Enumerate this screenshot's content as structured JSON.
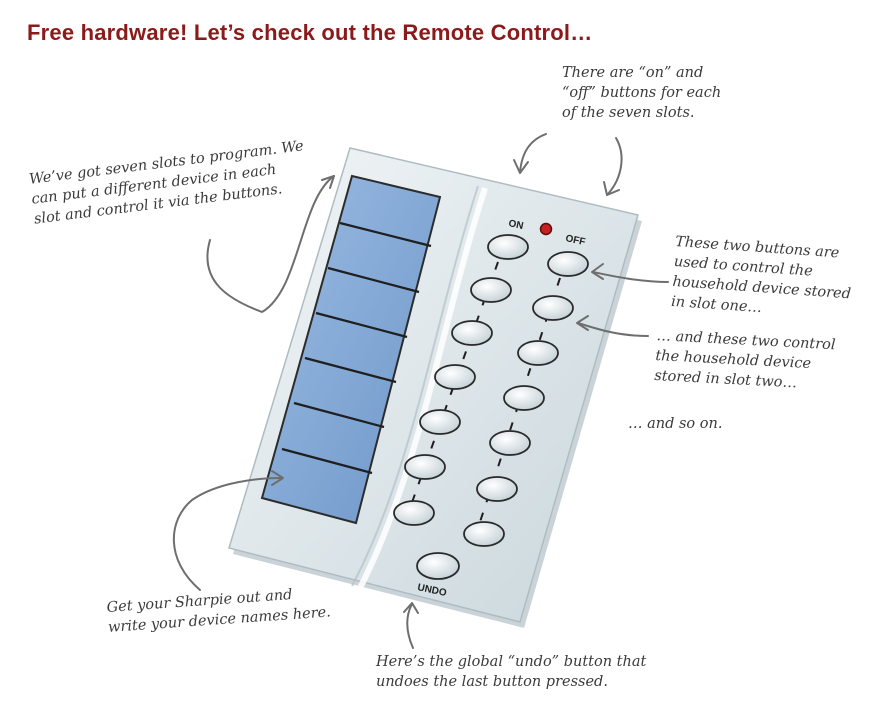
{
  "page": {
    "title": "Free hardware! Let’s check out the Remote Control…"
  },
  "remote": {
    "on_label": "ON",
    "off_label": "OFF",
    "undo_label": "UNDO",
    "slot_count": 7
  },
  "annotations": {
    "on_off": [
      "There are “on” and",
      "“off” buttons for each",
      "of the seven slots."
    ],
    "slots": [
      "We’ve got seven slots to program.  We",
      "can put a different device in each",
      "slot and control it via the buttons."
    ],
    "slot_one": [
      "These two buttons are",
      "used to control the",
      "household device stored",
      "in slot one…"
    ],
    "slot_two": [
      "… and these two control",
      "the household device",
      "stored in slot two…"
    ],
    "and_so_on": "… and so on.",
    "sharpie": [
      "Get your Sharpie out and",
      "write your device names here."
    ],
    "undo": [
      "Here’s the global “undo” button that",
      "undoes the last button pressed."
    ]
  },
  "colors": {
    "title": "#8b1a1a",
    "remote_body": "#e2ebee",
    "slot_fill": "#7ea6d4",
    "led": "#c62020"
  }
}
